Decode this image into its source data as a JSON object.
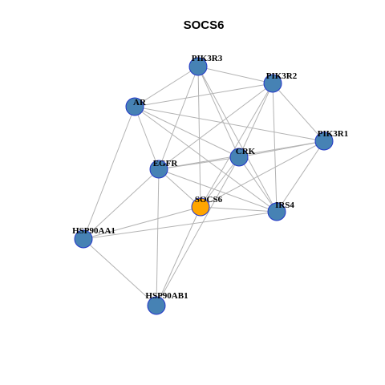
{
  "title": "SOCS6",
  "colors": {
    "node_default": "#4682B4",
    "node_focus": "#FFA500",
    "node_border": "#2236C8",
    "edge": "#B3B3B3"
  },
  "nodes": [
    {
      "id": "PIK3R3",
      "label": "PIK3R3",
      "focus": false
    },
    {
      "id": "PIK3R2",
      "label": "PIK3R2",
      "focus": false
    },
    {
      "id": "AR",
      "label": "AR",
      "focus": false
    },
    {
      "id": "PIK3R1",
      "label": "PIK3R1",
      "focus": false
    },
    {
      "id": "CRK",
      "label": "CRK",
      "focus": false
    },
    {
      "id": "EGFR",
      "label": "EGFR",
      "focus": false
    },
    {
      "id": "SOCS6",
      "label": "SOCS6",
      "focus": true
    },
    {
      "id": "IRS4",
      "label": "IRS4",
      "focus": false
    },
    {
      "id": "HSP90AA1",
      "label": "HSP90AA1",
      "focus": false
    },
    {
      "id": "HSP90AB1",
      "label": "HSP90AB1",
      "focus": false
    }
  ],
  "edges": [
    [
      "PIK3R3",
      "AR"
    ],
    [
      "PIK3R3",
      "PIK3R2"
    ],
    [
      "PIK3R3",
      "CRK"
    ],
    [
      "PIK3R3",
      "EGFR"
    ],
    [
      "PIK3R3",
      "SOCS6"
    ],
    [
      "PIK3R3",
      "IRS4"
    ],
    [
      "PIK3R2",
      "AR"
    ],
    [
      "PIK3R2",
      "PIK3R1"
    ],
    [
      "PIK3R2",
      "CRK"
    ],
    [
      "PIK3R2",
      "EGFR"
    ],
    [
      "PIK3R2",
      "SOCS6"
    ],
    [
      "PIK3R2",
      "IRS4"
    ],
    [
      "AR",
      "PIK3R1"
    ],
    [
      "AR",
      "CRK"
    ],
    [
      "AR",
      "EGFR"
    ],
    [
      "AR",
      "HSP90AA1"
    ],
    [
      "AR",
      "IRS4"
    ],
    [
      "PIK3R1",
      "CRK"
    ],
    [
      "PIK3R1",
      "EGFR"
    ],
    [
      "PIK3R1",
      "SOCS6"
    ],
    [
      "PIK3R1",
      "IRS4"
    ],
    [
      "CRK",
      "EGFR"
    ],
    [
      "CRK",
      "SOCS6"
    ],
    [
      "CRK",
      "IRS4"
    ],
    [
      "CRK",
      "HSP90AB1"
    ],
    [
      "EGFR",
      "SOCS6"
    ],
    [
      "EGFR",
      "IRS4"
    ],
    [
      "EGFR",
      "HSP90AA1"
    ],
    [
      "EGFR",
      "HSP90AB1"
    ],
    [
      "SOCS6",
      "IRS4"
    ],
    [
      "SOCS6",
      "HSP90AA1"
    ],
    [
      "SOCS6",
      "HSP90AB1"
    ],
    [
      "IRS4",
      "HSP90AA1"
    ],
    [
      "HSP90AA1",
      "HSP90AB1"
    ]
  ]
}
